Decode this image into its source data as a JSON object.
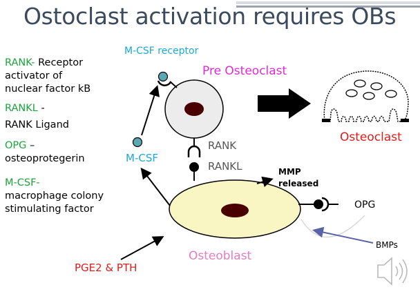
{
  "slide": {
    "title": "Ostoclast activation requires OBs"
  },
  "glossary": [
    {
      "term": "RANK-",
      "def_lines": [
        " Receptor",
        "activator of",
        "nuclear factor kB"
      ]
    },
    {
      "term": "RANKL",
      "def_lines": [
        " -",
        "RANK Ligand"
      ]
    },
    {
      "term": "OPG",
      "def_lines": [
        " –",
        "osteoprotegerin"
      ]
    },
    {
      "term": "M-CSF-",
      "def_lines": [
        "",
        "macrophage colony",
        "stimulating factor"
      ]
    }
  ],
  "labels": {
    "mcsf_receptor": "M-CSF receptor",
    "pre_osteoclast": "Pre Osteoclast",
    "osteoclast": "Osteoclast",
    "rank": "RANK",
    "rankl": "RANKL",
    "mcsf": "M-CSF",
    "mmp_line1": "MMP",
    "mmp_line2": "released",
    "opg": "OPG",
    "bmps": "BMPs",
    "osteoblast": "Osteoblast",
    "pge2_pth": "PGE2 & PTH"
  },
  "icons": {
    "speaker": "speaker-icon"
  },
  "colors": {
    "title": "#3b4a5c",
    "glossary_term": "#1aa33a",
    "cyan_label": "#19a9d6",
    "magenta_label": "#e02ad8",
    "red_label": "#e01b1b",
    "osteoblast_label": "#e67bc3",
    "osteoblast_fill": "#faf6c4",
    "pre_osteoclast_fill": "#ececec",
    "mcsf_dot": "#5aa8b4",
    "bmp_arrow": "#5a62a8"
  }
}
